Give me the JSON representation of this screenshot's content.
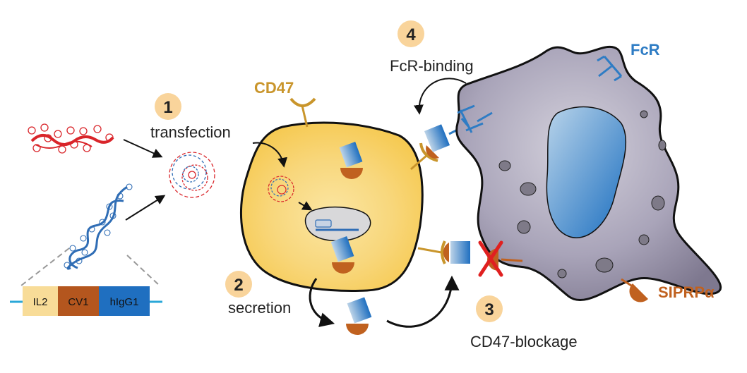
{
  "colors": {
    "red_polymer": "#d9252a",
    "blue_dna": "#2f6db5",
    "cd47": "#c9952b",
    "sirpa": "#c0611f",
    "fcr": "#2e7cc4",
    "badge": "#f9d49b",
    "tumor_cell": "#f7cf6d",
    "macrophage": "#a7a2b6",
    "nucleus_blue": "#2d7fc8",
    "cross": "#e02020",
    "il2": "#f8dc98",
    "cv1": "#b4561e",
    "higg1": "#1f6fc0"
  },
  "steps": [
    {
      "number": "1",
      "label": "transfection"
    },
    {
      "number": "2",
      "label": "secretion"
    },
    {
      "number": "3",
      "label": "CD47-blockage"
    },
    {
      "number": "4",
      "label": "FcR-binding"
    }
  ],
  "proteins": {
    "cd47": "CD47",
    "fcr": "FcR",
    "sirpa": "SIPRPα"
  },
  "cassette": [
    "IL2",
    "CV1",
    "hIgG1"
  ]
}
